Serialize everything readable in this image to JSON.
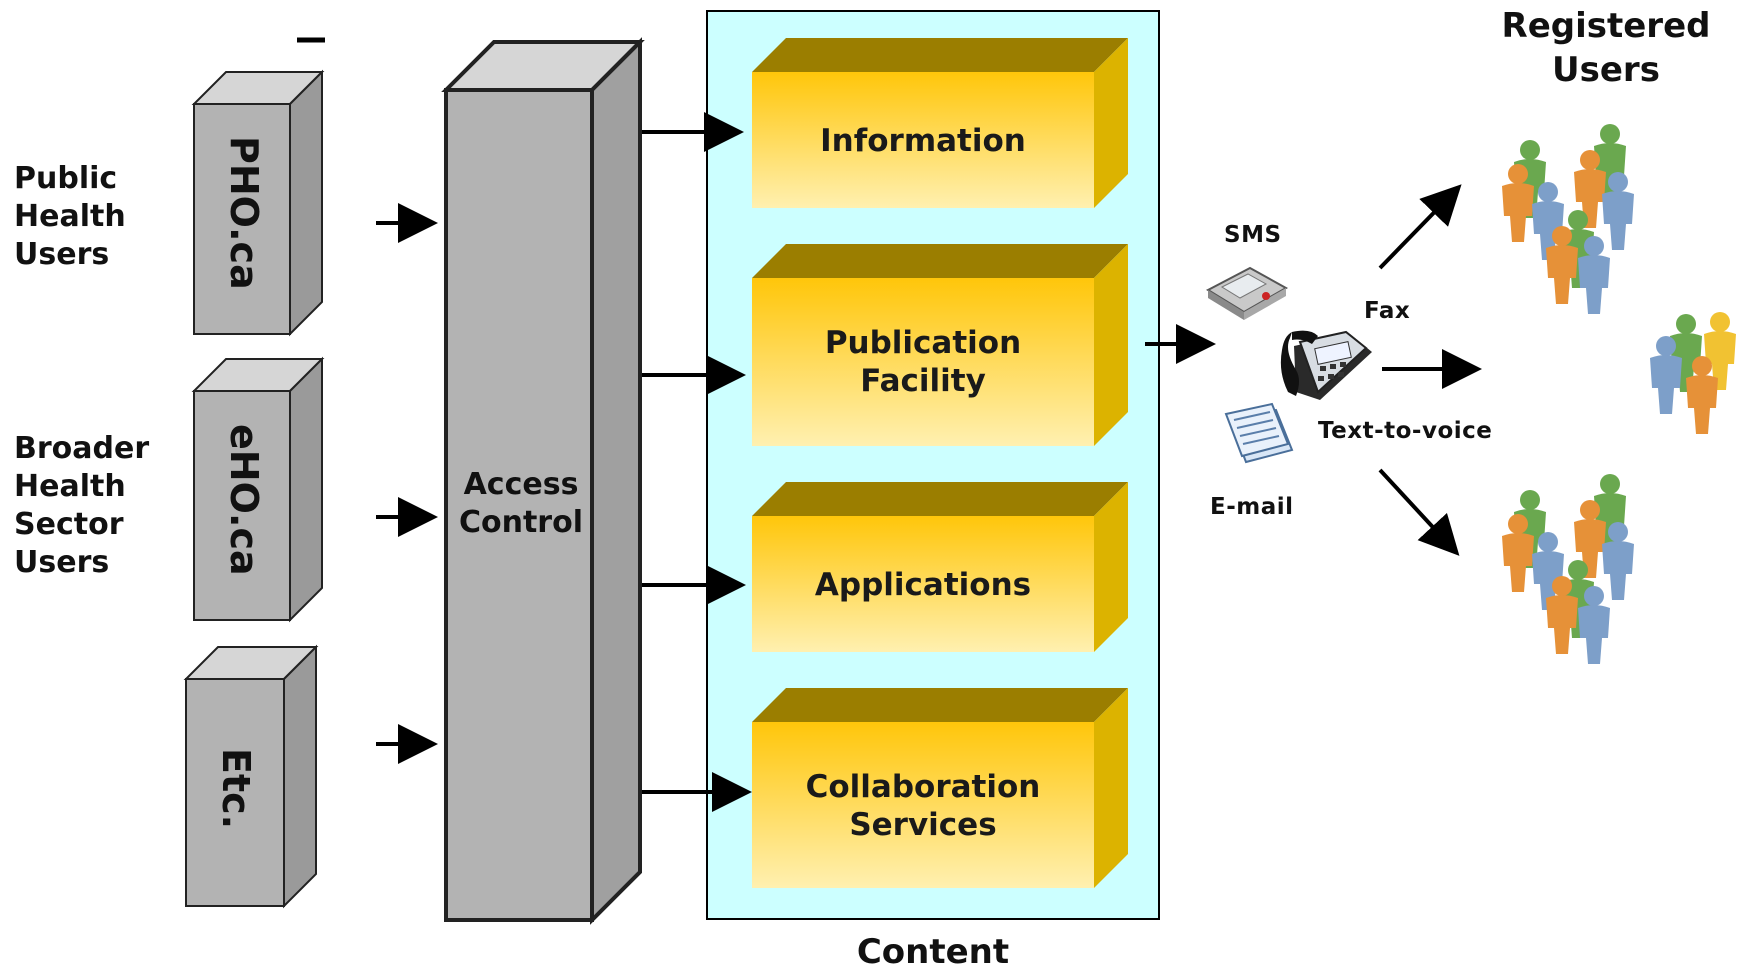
{
  "user_groups": [
    {
      "label": "Public\nHealth\nUsers",
      "portal": "PHO.ca"
    },
    {
      "label": "Broader\nHealth\nSector\nUsers",
      "portal": "eHO.ca"
    },
    {
      "label": "",
      "portal": "Etc."
    }
  ],
  "access_control": "Access\nControl",
  "content": {
    "label": "Content",
    "boxes": [
      "Information",
      "Publication\nFacility",
      "Applications",
      "Collaboration\nServices"
    ]
  },
  "channels": {
    "sms": "SMS",
    "fax": "Fax",
    "text_to_voice": "Text-to-voice",
    "email": "E-mail"
  },
  "registered_users": "Registered\nUsers",
  "colors": {
    "portal_fill": "#b3b3b3",
    "content_bg": "#ccffff",
    "box_top": "#9b7e00",
    "box_side": "#dcb300",
    "box_front_top": "#ffc60a",
    "box_front_bottom": "#fff0b0"
  }
}
